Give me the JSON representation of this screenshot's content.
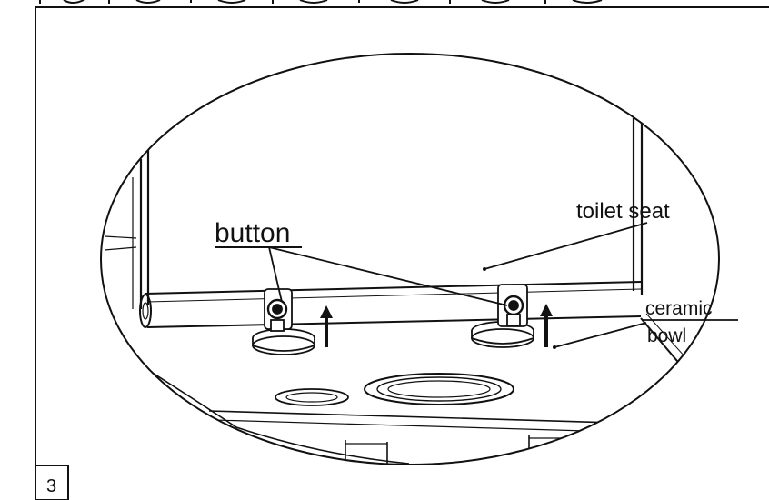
{
  "labels": {
    "button": "button",
    "toilet_seat": "toilet seat",
    "ceramic": "ceramic",
    "bowl": "bowl"
  },
  "step_number": "3",
  "colors": {
    "line": "#111111",
    "background": "#ffffff"
  },
  "icons": {
    "lift_arrow": "up-arrow-icon"
  }
}
